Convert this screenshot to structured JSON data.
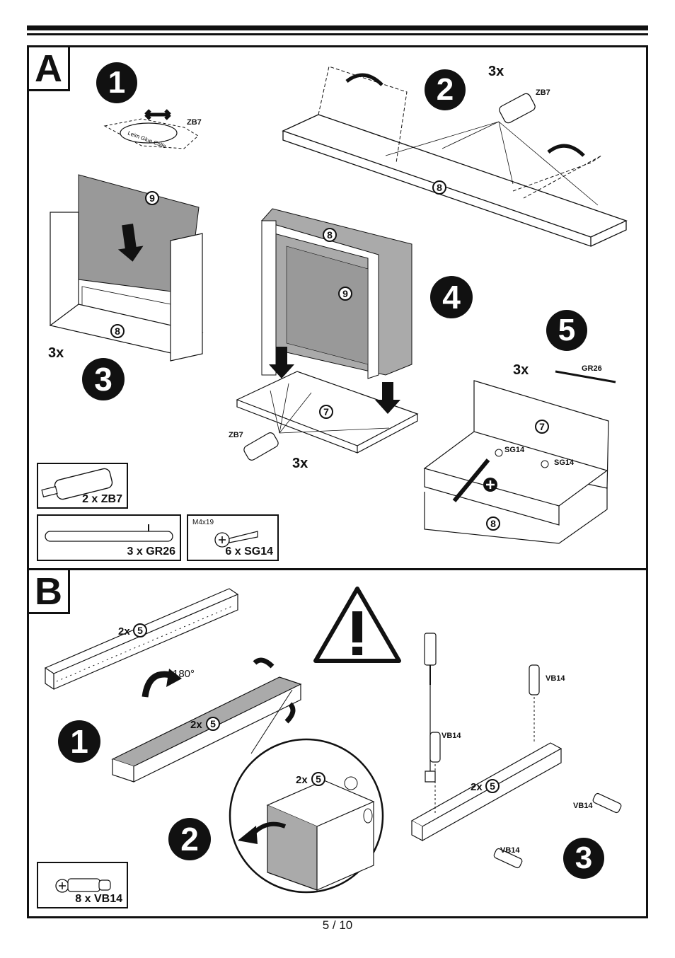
{
  "section_a": {
    "letter": "A",
    "steps": [
      "1",
      "2",
      "3",
      "4",
      "5"
    ],
    "multiplier_step2": "3x",
    "multiplier_step3": "3x",
    "multiplier_step4": "3x",
    "multiplier_step5": "3x",
    "glue_code_1": "ZB7",
    "glue_code_2": "ZB7",
    "glue_code_4": "ZB7",
    "handle_code": "GR26",
    "screw_code_1": "SG14",
    "screw_code_2": "SG14",
    "part_8_a": "8",
    "part_8_b": "8",
    "part_8_c": "8",
    "part_8_d": "8",
    "part_9_a": "9",
    "part_9_b": "9",
    "part_7_a": "7",
    "part_7_b": "7"
  },
  "parts_list": {
    "glue_label": "2 x ZB7",
    "glue_tube_text": "Leim Glue Colle",
    "handle_label": "3 x GR26",
    "screw_spec": "M4x19",
    "screw_label": "6 x SG14",
    "dowel_label": "8 x VB14"
  },
  "section_b": {
    "letter": "B",
    "steps": [
      "1",
      "2",
      "3"
    ],
    "rotation": "180°",
    "qty_a": "2x",
    "qty_b": "2x",
    "qty_c": "2x",
    "qty_d": "2x",
    "part_5": "5",
    "dowel_code_1": "VB14",
    "dowel_code_2": "VB14",
    "dowel_code_3": "VB14",
    "dowel_code_4": "VB14"
  },
  "footer": {
    "page": "5 / 10"
  }
}
